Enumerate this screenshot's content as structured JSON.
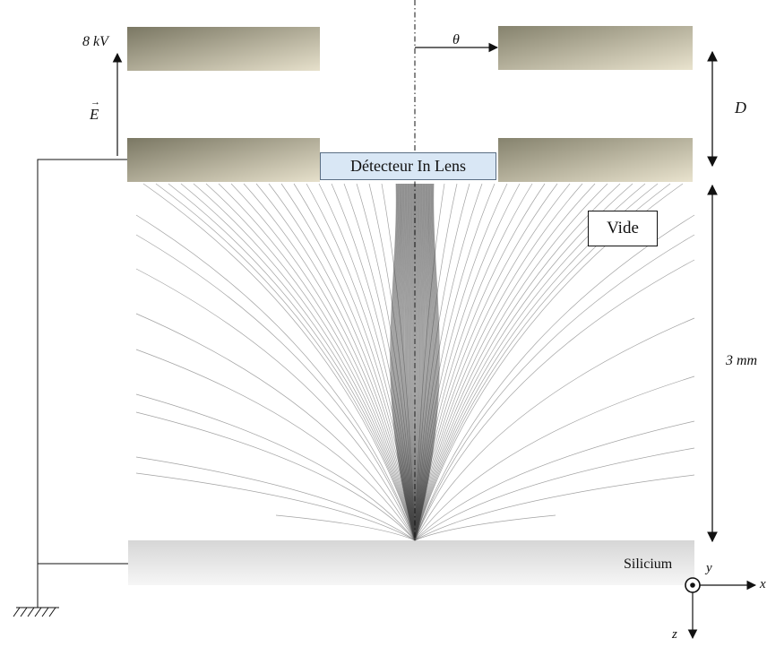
{
  "labels": {
    "voltage": "8 kV",
    "field": "E",
    "theta": "θ",
    "distance": "D",
    "height": "3 mm",
    "detector": "Détecteur In Lens",
    "vacuum": "Vide",
    "substrate": "Silicium",
    "axis_x": "x",
    "axis_y": "y",
    "axis_z": "z"
  },
  "colors": {
    "electrode_dark": "#7d7a66",
    "electrode_light": "#e4dec8",
    "detector_fill": "#d9e7f5",
    "substrate_top": "#d8d8d8",
    "substrate_bottom": "#f4f4f4",
    "trajectory": "#555555"
  }
}
